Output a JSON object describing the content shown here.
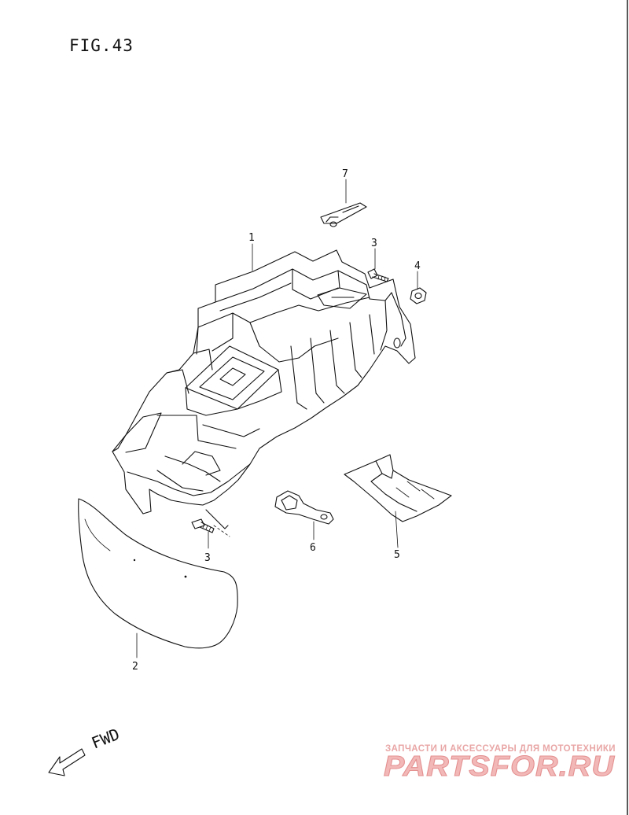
{
  "figure": {
    "title": "FIG.43"
  },
  "callouts": [
    {
      "id": "1",
      "label": "1"
    },
    {
      "id": "2",
      "label": "2"
    },
    {
      "id": "3a",
      "label": "3"
    },
    {
      "id": "3b",
      "label": "3"
    },
    {
      "id": "4",
      "label": "4"
    },
    {
      "id": "5",
      "label": "5"
    },
    {
      "id": "6",
      "label": "6"
    },
    {
      "id": "7",
      "label": "7"
    }
  ],
  "direction": {
    "label": "FWD"
  },
  "watermark": {
    "tagline": "ЗАПЧАСТИ И АКСЕССУАРЫ ДЛЯ МОТОТЕХНИКИ",
    "brand": "PARTSFOR.RU"
  },
  "colors": {
    "ink": "#111111",
    "watermark": "#f2b8b8",
    "background": "#ffffff"
  }
}
